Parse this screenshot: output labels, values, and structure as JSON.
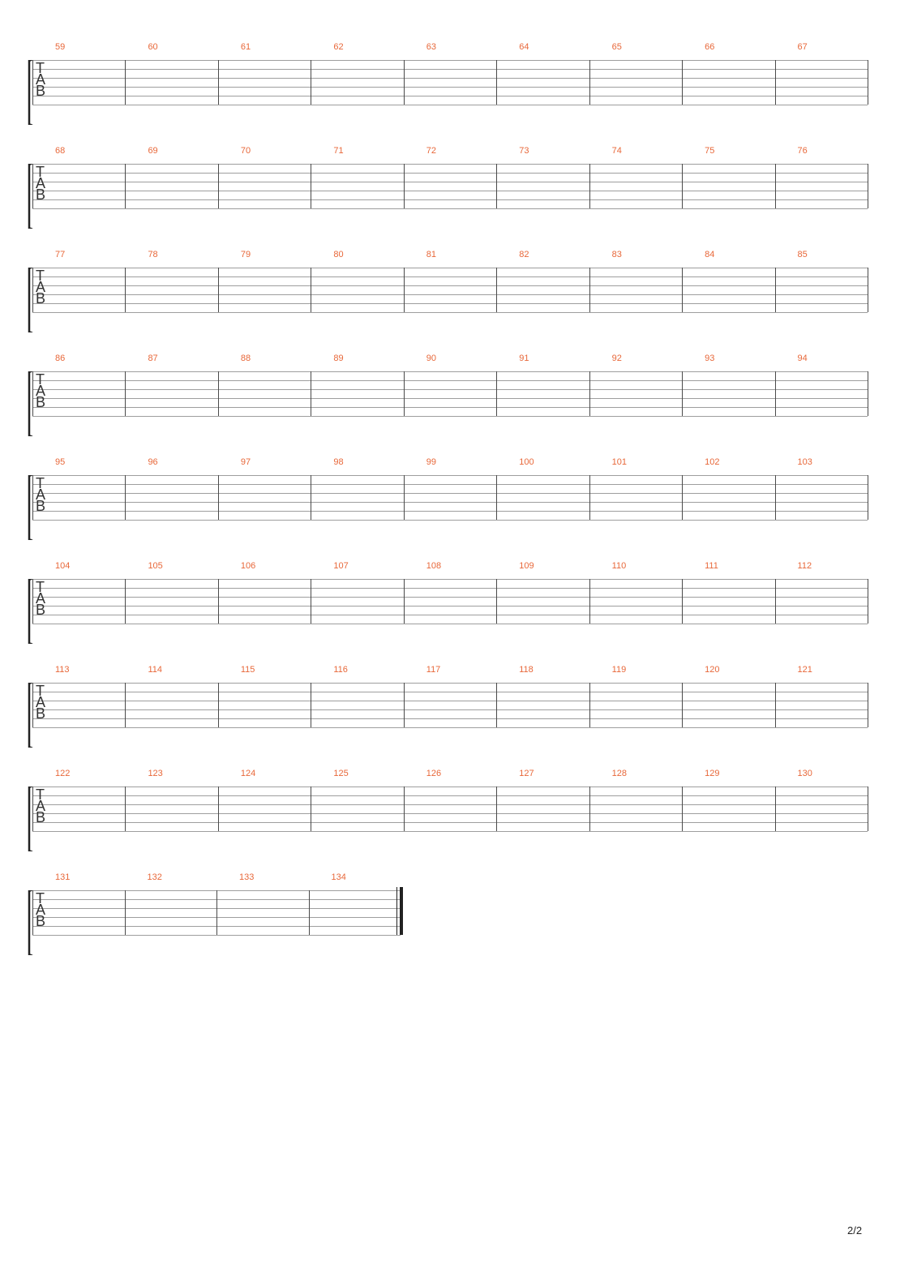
{
  "tab_clef": [
    "T",
    "A",
    "B"
  ],
  "systems": [
    {
      "measures": [
        "59",
        "60",
        "61",
        "62",
        "63",
        "64",
        "65",
        "66",
        "67"
      ]
    },
    {
      "measures": [
        "68",
        "69",
        "70",
        "71",
        "72",
        "73",
        "74",
        "75",
        "76"
      ]
    },
    {
      "measures": [
        "77",
        "78",
        "79",
        "80",
        "81",
        "82",
        "83",
        "84",
        "85"
      ]
    },
    {
      "measures": [
        "86",
        "87",
        "88",
        "89",
        "90",
        "91",
        "92",
        "93",
        "94"
      ]
    },
    {
      "measures": [
        "95",
        "96",
        "97",
        "98",
        "99",
        "100",
        "101",
        "102",
        "103"
      ]
    },
    {
      "measures": [
        "104",
        "105",
        "106",
        "107",
        "108",
        "109",
        "110",
        "111",
        "112"
      ]
    },
    {
      "measures": [
        "113",
        "114",
        "115",
        "116",
        "117",
        "118",
        "119",
        "120",
        "121"
      ]
    },
    {
      "measures": [
        "122",
        "123",
        "124",
        "125",
        "126",
        "127",
        "128",
        "129",
        "130"
      ]
    },
    {
      "measures": [
        "131",
        "132",
        "133",
        "134"
      ],
      "final": true
    }
  ],
  "page_number": "2/2",
  "colors": {
    "measure_number": "#e8683a",
    "staff_line": "#9e9e9e"
  }
}
